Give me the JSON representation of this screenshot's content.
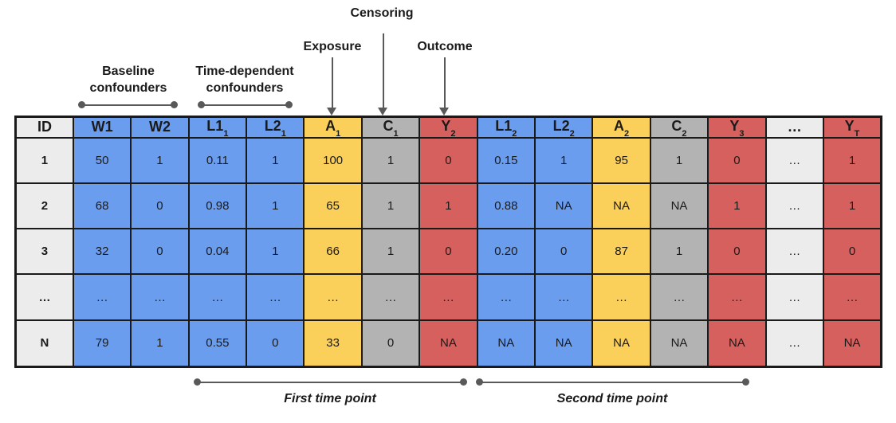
{
  "annotations": {
    "censoring": "Censoring",
    "exposure": "Exposure",
    "outcome": "Outcome",
    "baseline_confounders": "Baseline confounders",
    "time_dependent_confounders": "Time-dependent confounders",
    "first_time_point": "First time point",
    "second_time_point": "Second time point"
  },
  "colors": {
    "blue": "#6a9dee",
    "yellow": "#fbd05a",
    "gray": "#b3b3b3",
    "red": "#d5605e",
    "light": "#ececec",
    "border": "#1a1a1a",
    "annotation": "#595959"
  },
  "table": {
    "column_colors": [
      "light",
      "blue",
      "blue",
      "blue",
      "blue",
      "yellow",
      "gray",
      "red",
      "blue",
      "blue",
      "yellow",
      "gray",
      "red",
      "light",
      "red"
    ],
    "header": [
      {
        "base": "ID"
      },
      {
        "base": "W1"
      },
      {
        "base": "W2"
      },
      {
        "base": "L1",
        "sub": "1"
      },
      {
        "base": "L2",
        "sub": "1"
      },
      {
        "base": "A",
        "sub": "1"
      },
      {
        "base": "C",
        "sub": "1"
      },
      {
        "base": "Y",
        "sub": "2"
      },
      {
        "base": "L1",
        "sub": "2"
      },
      {
        "base": "L2",
        "sub": "2"
      },
      {
        "base": "A",
        "sub": "2"
      },
      {
        "base": "C",
        "sub": "2"
      },
      {
        "base": "Y",
        "sub": "3"
      },
      {
        "base": "…"
      },
      {
        "base": "Y",
        "sub": "T"
      }
    ],
    "rows": [
      [
        "1",
        "50",
        "1",
        "0.11",
        "1",
        "100",
        "1",
        "0",
        "0.15",
        "1",
        "95",
        "1",
        "0",
        "…",
        "1"
      ],
      [
        "2",
        "68",
        "0",
        "0.98",
        "1",
        "65",
        "1",
        "1",
        "0.88",
        "NA",
        "NA",
        "NA",
        "1",
        "…",
        "1"
      ],
      [
        "3",
        "32",
        "0",
        "0.04",
        "1",
        "66",
        "1",
        "0",
        "0.20",
        "0",
        "87",
        "1",
        "0",
        "…",
        "0"
      ],
      [
        "…",
        "…",
        "…",
        "…",
        "…",
        "…",
        "…",
        "…",
        "…",
        "…",
        "…",
        "…",
        "…",
        "…",
        "…"
      ],
      [
        "N",
        "79",
        "1",
        "0.55",
        "0",
        "33",
        "0",
        "NA",
        "NA",
        "NA",
        "NA",
        "NA",
        "NA",
        "…",
        "NA"
      ]
    ]
  }
}
